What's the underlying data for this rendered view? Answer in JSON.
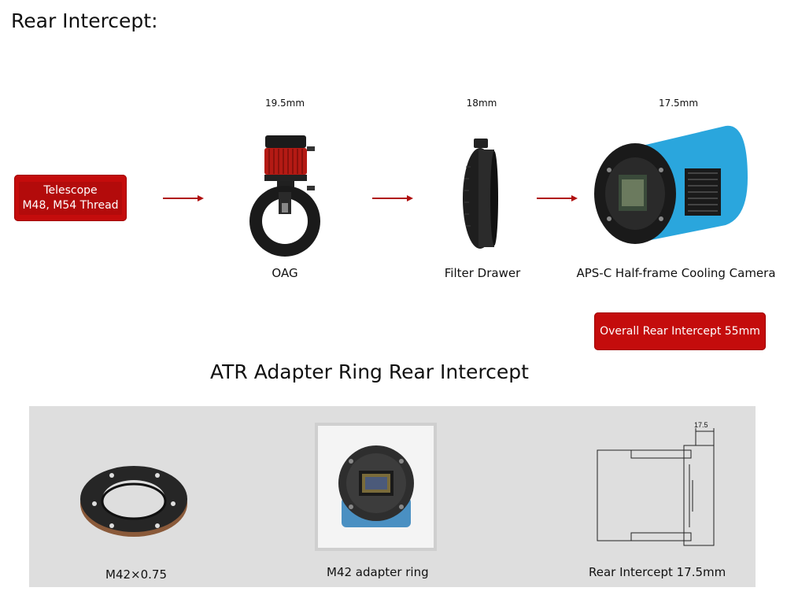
{
  "title": "Rear Intercept:",
  "chain": {
    "telescope": {
      "line1": "Telescope",
      "line2": "M48, M54 Thread"
    },
    "oag": {
      "dimension": "19.5mm",
      "label": "OAG"
    },
    "filter_drawer": {
      "dimension": "18mm",
      "label": "Filter Drawer"
    },
    "camera": {
      "dimension": "17.5mm",
      "label": "APS-C Half-frame Cooling Camera"
    },
    "overall": "Overall Rear Intercept 55mm"
  },
  "atr_section": {
    "title": "ATR  Adapter Ring Rear Intercept",
    "items": [
      {
        "label": "M42×0.75"
      },
      {
        "label": "M42 adapter ring"
      },
      {
        "label": "Rear Intercept 17.5mm",
        "dimension": "17.5"
      }
    ]
  },
  "colors": {
    "accent_red": "#c40c0c",
    "arrow_red": "#b01010",
    "camera_blue": "#2aa6dd",
    "panel_gray": "#dedede"
  }
}
